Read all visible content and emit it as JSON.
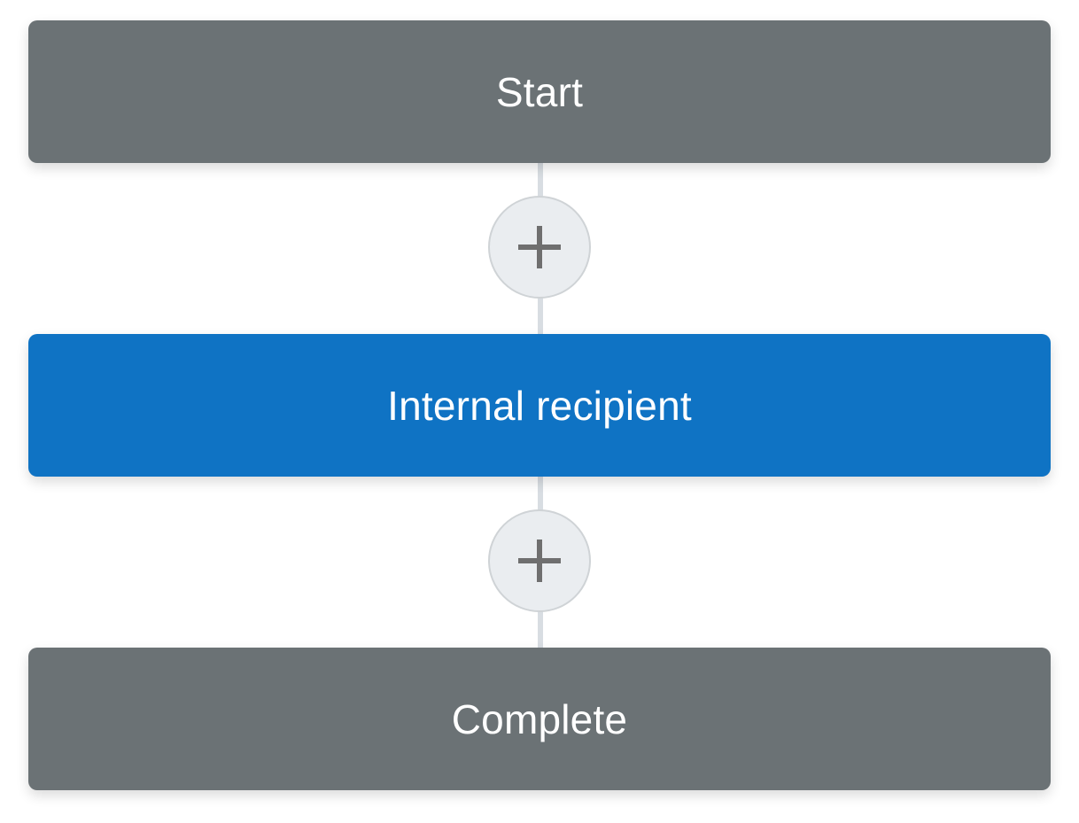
{
  "steps": [
    {
      "label": "Start"
    },
    {
      "label": "Internal recipient"
    },
    {
      "label": "Complete"
    }
  ],
  "add_buttons": [
    {
      "icon": "plus-icon"
    },
    {
      "icon": "plus-icon"
    }
  ],
  "colors": {
    "step_default": "#6b7275",
    "step_selected": "#0f73c4",
    "connector": "#d8dde2",
    "add_button_bg": "#eaedf0",
    "plus_icon": "#6f6f6f"
  }
}
